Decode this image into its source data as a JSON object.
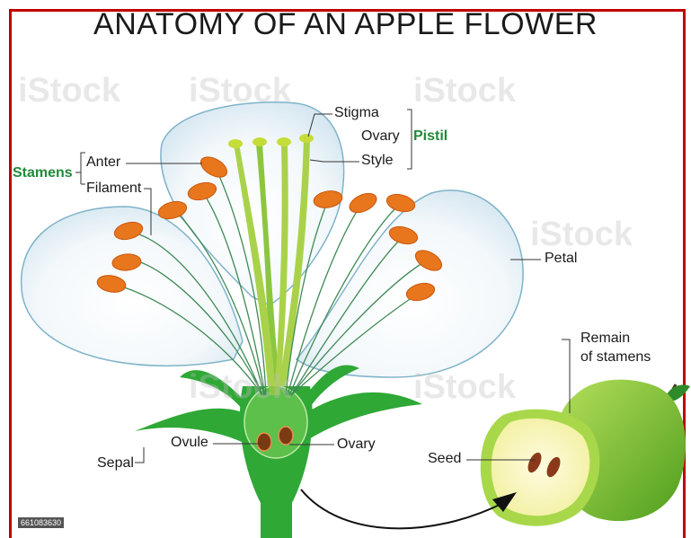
{
  "title": "ANATOMY OF AN APPLE FLOWER",
  "labels": {
    "stigma": "Stigma",
    "ovary_top": "Ovary",
    "pistil": "Pistil",
    "style": "Style",
    "stamens": "Stamens",
    "anter": "Anter",
    "filament": "Filament",
    "petal": "Petal",
    "remain_line1": "Remain",
    "remain_line2": "of stamens",
    "ovule": "Ovule",
    "ovary_bottom": "Ovary",
    "seed": "Seed",
    "sepal": "Sepal"
  },
  "watermark": "iStock",
  "stock_id": "661083630",
  "colors": {
    "frame": "#c00000",
    "pistil_label": "#1f8a3a",
    "anther": "#e8761c",
    "sepal": "#2fa836",
    "apple": "#8cc63f"
  }
}
